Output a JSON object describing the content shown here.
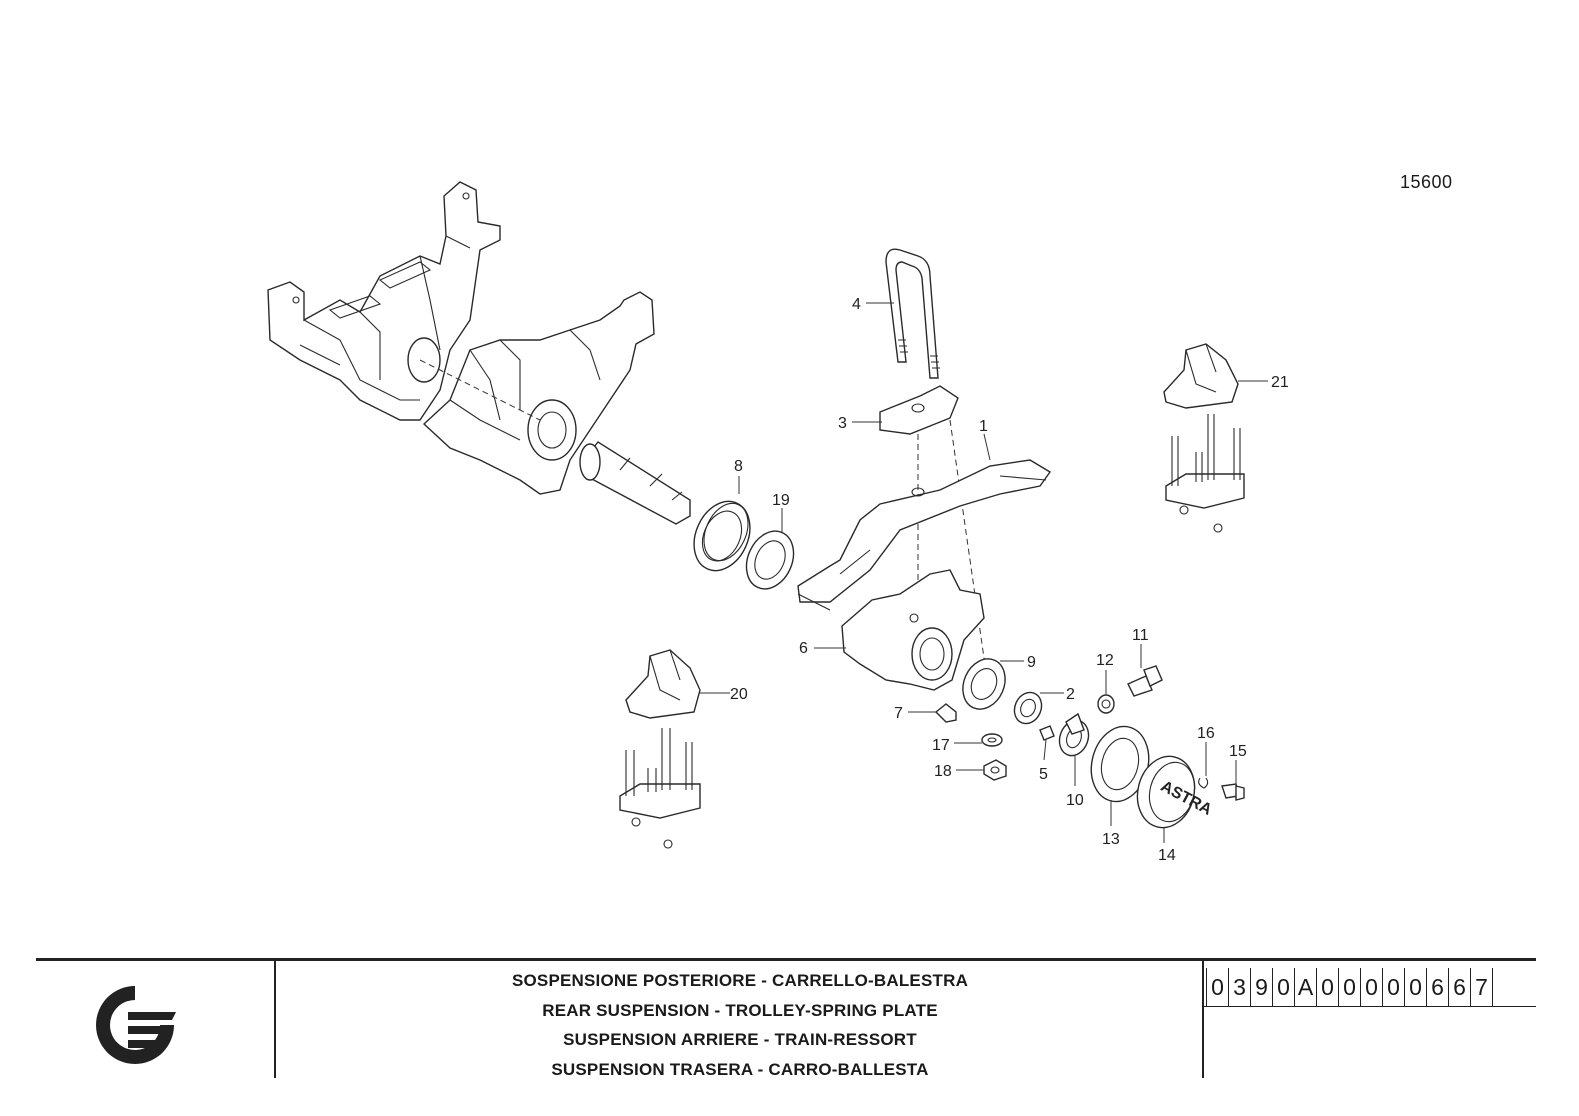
{
  "drawing_number": "15600",
  "callouts": [
    "1",
    "2",
    "3",
    "4",
    "5",
    "6",
    "7",
    "8",
    "9",
    "10",
    "11",
    "12",
    "13",
    "14",
    "15",
    "16",
    "17",
    "18",
    "19",
    "20",
    "21"
  ],
  "hub_cap_mark": "ASTRA",
  "title_block": {
    "titles": [
      "SOSPENSIONE POSTERIORE - CARRELLO-BALESTRA",
      "REAR SUSPENSION - TROLLEY-SPRING PLATE",
      "SUSPENSION ARRIERE - TRAIN-RESSORT",
      "SUSPENSION TRASERA - CARRO-BALLESTA"
    ],
    "code_chars": [
      "0",
      "3",
      "9",
      "0",
      "A",
      "0",
      "0",
      "0",
      "0",
      "0",
      "6",
      "6",
      "7"
    ]
  }
}
